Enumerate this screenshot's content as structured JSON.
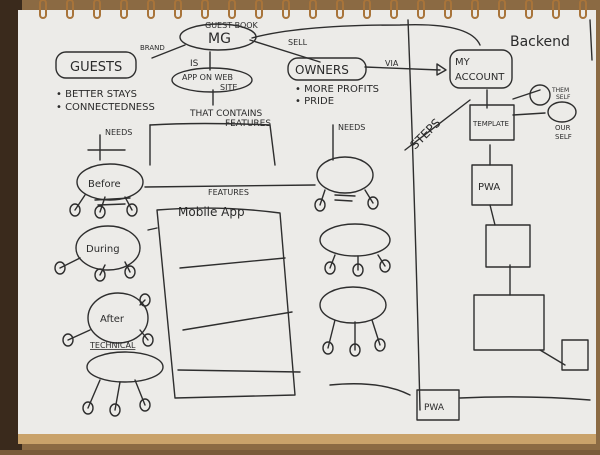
{
  "diagram": {
    "center": {
      "label": "MG",
      "annotation": "GUEST BOOK"
    },
    "guests": {
      "label": "GUESTS",
      "edge_label": "BRAND",
      "benefits": [
        "• BETTER STAYS",
        "• CONNECTEDNESS"
      ],
      "needs_label": "NEEDS"
    },
    "owners": {
      "label": "OWNERS",
      "edge_label": "SELL",
      "benefits": [
        "• MORE PROFITS",
        "• PRIDE"
      ],
      "needs_label": "NEEDS",
      "via_label": "VIA"
    },
    "is_label": "IS",
    "app": {
      "label_line1": "APP ON WEB",
      "label_line2": "SITE",
      "contains_line1": "THAT CONTAINS",
      "contains_line2": "FEATURES"
    },
    "phases": [
      "Before",
      "During",
      "After"
    ],
    "technical_label": "TECHNICAL",
    "features_label": "FEATURES",
    "mobile_app_label": "Mobile App",
    "backend": {
      "title": "Backend",
      "steps_label": "STEPS",
      "my_account_line1": "MY",
      "my_account_line2": "ACCOUNT",
      "template_label": "TEMPLATE",
      "themselves_line1": "THEM",
      "themselves_line2": "SELF",
      "ourselves_line1": "OUR",
      "ourselves_line2": "SELF",
      "pwa_label": "PWA",
      "final_pwa_label": "PWA"
    }
  }
}
